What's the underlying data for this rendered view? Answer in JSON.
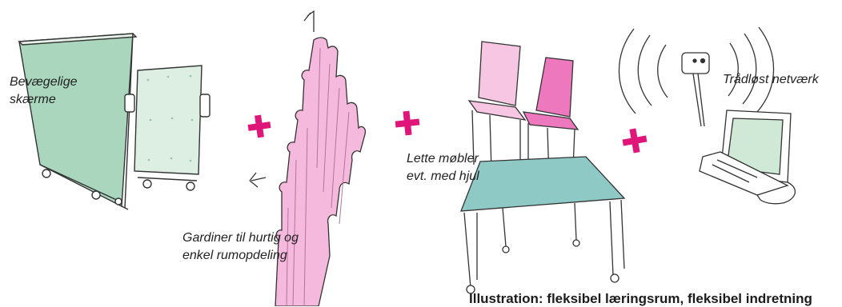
{
  "labels": {
    "screens": "Bevægelige\nskærme",
    "curtains": "Gardiner til hurtig og\nenkel rumopdeling",
    "furniture": "Lette møbler\nevt. med hjul",
    "wireless": "Trådløst netværk"
  },
  "caption": "Illustration: fleksibel læringsrum, fleksibel indretning",
  "icons": [
    "movable-screens",
    "curtain",
    "chairs",
    "table",
    "wifi-router",
    "laptop",
    "plus-icon"
  ],
  "colors": {
    "screen_green": "#a9d6bd",
    "screen_light": "#dcefe2",
    "curtain_pink": "#f4b9dc",
    "chair_pink": "#f7c6e3",
    "chair_magenta": "#ee78bd",
    "table_teal": "#8fc9c5",
    "plus_magenta": "#e0157a",
    "laptop_screen": "#cfe9d6"
  }
}
